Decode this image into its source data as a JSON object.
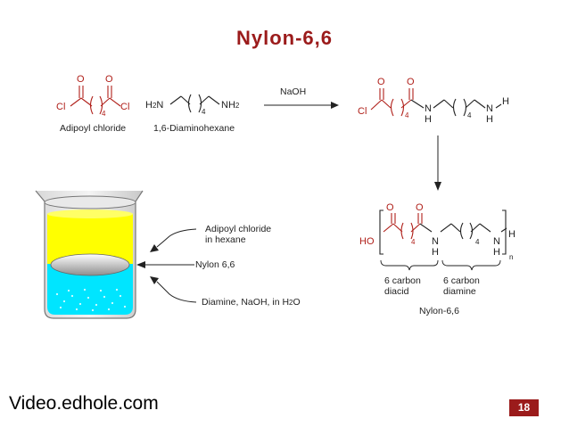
{
  "slide": {
    "title": "Nylon-6,6",
    "footer": "Video.edhole.com",
    "page_number": "18"
  },
  "reaction": {
    "reagent1_name": "Adipoyl chloride",
    "reagent2_name": "1,6-Diaminohexane",
    "condition": "NaOH"
  },
  "atoms": {
    "O": "O",
    "Cl": "Cl",
    "N": "N",
    "H": "H",
    "HO": "HO",
    "H2N_main": "H",
    "H2N_sub": "2",
    "H2N_tail": "N",
    "NH2_main": "NH",
    "NH2_sub": "2",
    "four": "4",
    "n": "n"
  },
  "beaker": {
    "label_top_line1": "Adipoyl chloride",
    "label_top_line2": "in hexane",
    "label_middle": "Nylon 6,6",
    "label_bottom_main": "Diamine, NaOH, in H",
    "label_bottom_sub": "2",
    "label_bottom_tail": "O",
    "colors": {
      "yellow": "#ffff00",
      "cyan": "#00e5ff",
      "disc": "#bdbdbd"
    }
  },
  "polymer": {
    "diacid_label_line1": "6 carbon",
    "diacid_label_line2": "diacid",
    "diamine_label_line1": "6 carbon",
    "diamine_label_line2": "diamine",
    "name": "Nylon-6,6"
  }
}
